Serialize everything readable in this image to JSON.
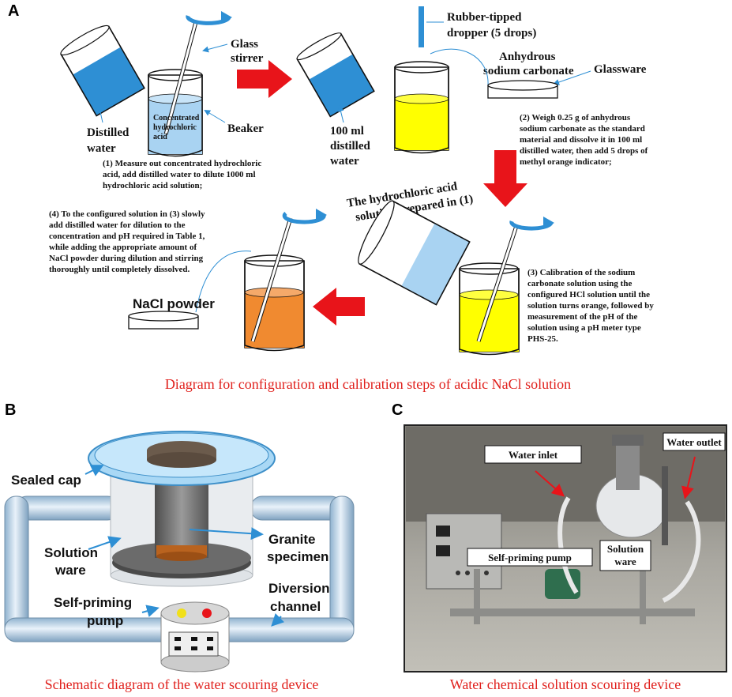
{
  "panel_a": {
    "letter": "A",
    "labels": {
      "glass_stirrer": [
        "Glass",
        "stirrer"
      ],
      "distilled_water": [
        "Distilled",
        "water"
      ],
      "beaker": "Beaker",
      "conc_hcl": [
        "Concentrated",
        "hydrochloric",
        "acid"
      ],
      "dropper": [
        "Rubber-tipped",
        "dropper (5 drops)"
      ],
      "anhydrous": [
        "Anhydrous",
        "sodium carbonate"
      ],
      "glassware": "Glassware",
      "water_100": [
        "100 ml",
        "distilled",
        "water"
      ],
      "hcl_prepared": [
        "The hydrochloric acid",
        "solution prepared in (1)"
      ],
      "nacl_powder": "NaCl powder"
    },
    "steps": {
      "s1": [
        "(1) Measure out concentrated hydrochloric",
        "acid, add distilled water to dilute 1000 ml",
        "hydrochloric acid solution;"
      ],
      "s2": [
        "(2) Weigh 0.25 g of anhydrous",
        "sodium carbonate as the standard",
        "material and dissolve it in 100 ml",
        "distilled water, then add 5 drops of",
        "methyl orange indicator;"
      ],
      "s3": [
        "(3) Calibration of the sodium",
        "carbonate solution using the",
        "configured HCl solution until the",
        "solution turns orange, followed by",
        "measurement of the pH of the",
        "solution using a pH meter type",
        "PHS-25."
      ],
      "s4": [
        "(4) To the configured solution in (3) slowly",
        "add distilled water for dilution to the",
        "concentration and pH required in Table 1,",
        "while adding the appropriate amount of",
        "NaCl powder during dilution and stirring",
        "thoroughly until completely dissolved."
      ]
    },
    "caption": "Diagram for configuration and calibration steps of acidic NaCl solution"
  },
  "panel_b": {
    "letter": "B",
    "labels": {
      "sealed_cap": "Sealed cap",
      "granite": [
        "Granite",
        "specimen"
      ],
      "solution_ware": [
        "Solution",
        "ware"
      ],
      "diversion": [
        "Diversion",
        "channel"
      ],
      "pump": [
        "Self-priming",
        "pump"
      ]
    },
    "caption": "Schematic diagram of the water scouring device"
  },
  "panel_c": {
    "letter": "C",
    "labels": {
      "water_inlet": "Water inlet",
      "water_outlet": "Water outlet",
      "pump": "Self-priming pump",
      "solution_ware": [
        "Solution",
        "ware"
      ]
    },
    "caption": "Water chemical solution scouring device"
  },
  "colors": {
    "caption": "#e0201c",
    "water_blue": "#2e8fd4",
    "yellow": "#ffff00",
    "orange": "#f08a30",
    "arrow_red": "#e8141a"
  }
}
